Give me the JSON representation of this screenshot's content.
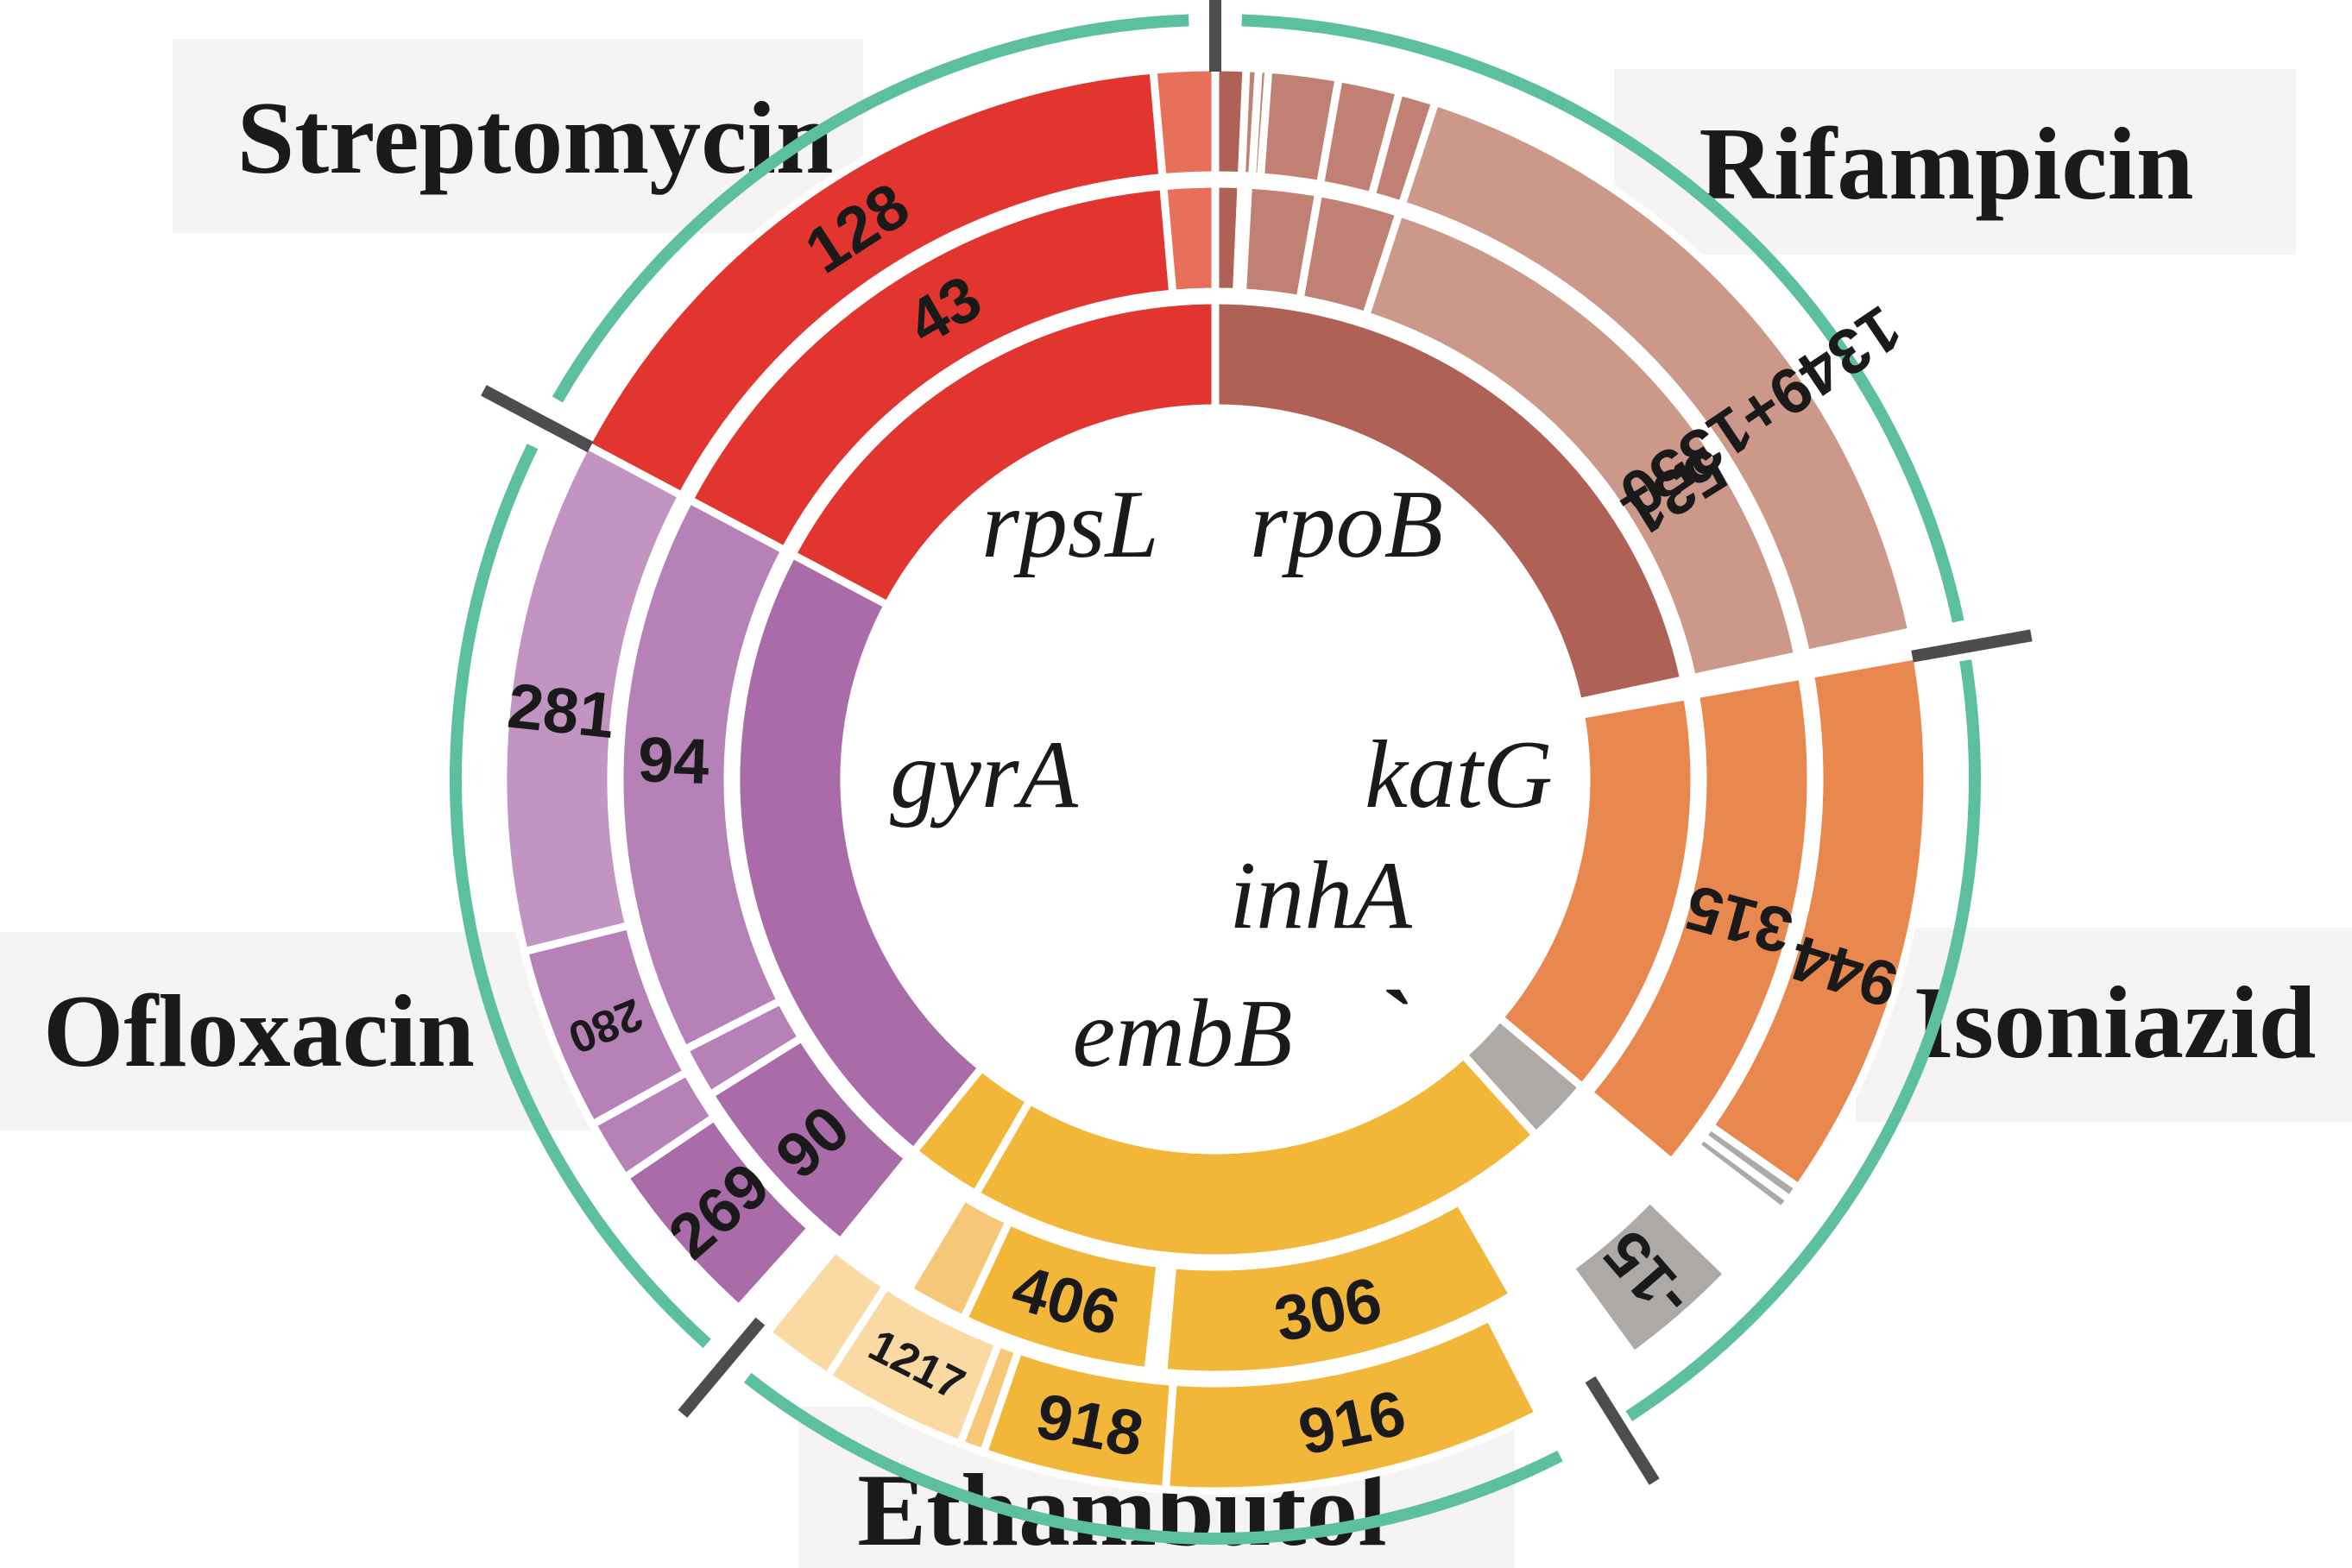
{
  "drugs": {
    "streptomycin": "Streptomycin",
    "rifampicin": "Rifampicin",
    "isoniazid": "Isoniazid",
    "ethambutol": "Ethambutol",
    "ofloxacin": "Ofloxacin"
  },
  "genes": {
    "rpsL": "rpsL",
    "rpoB": "rpoB",
    "katG": "katG",
    "inhA": "inhA",
    "embB": "embB",
    "gyrA": "gyrA",
    "tick_mark": "`"
  },
  "positions": {
    "rpsL_128": "128",
    "rpsL_43": "43",
    "rpoB_1349_1350": "1349+1350",
    "rpoB_531": "531",
    "katG_944": "944",
    "katG_315": "315",
    "inhA_minus15": "-15",
    "embB_306": "306",
    "embB_916": "916",
    "embB_918": "918",
    "embB_406": "406",
    "embB_1217": "1217",
    "gyrA_281": "281",
    "gyrA_280": "280",
    "gyrA_94": "94",
    "gyrA_90": "90",
    "gyrA_269": "269"
  },
  "colors": {
    "streptomycin": [
      "#e2352f",
      "#e8705a"
    ],
    "rifampicin": [
      "#b06156",
      "#c08074",
      "#cc9889"
    ],
    "isoniazid": [
      "#e8884e",
      "#ada9a7"
    ],
    "ethambutol": [
      "#f2b739",
      "#f5c777",
      "#fad9a3"
    ],
    "ofloxacin": [
      "#a96ca9",
      "#b681b6",
      "#c194c1"
    ],
    "outer_ring": "#5cbf9d",
    "divider": "#4d4d4d"
  }
}
